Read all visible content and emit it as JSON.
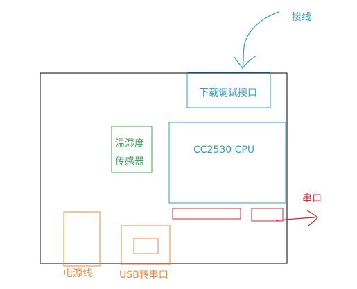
{
  "labels": {
    "wiring": "接线",
    "debug_port": "下载调试接口",
    "sensor_line1": "温湿度",
    "sensor_line2": "传感器",
    "cpu": "CC2530 CPU",
    "serial_port": "串口",
    "power_line": "电源线",
    "usb_serial": "USB转串口"
  },
  "colors": {
    "board_outline": "#000000",
    "blue": "#2a9fd6",
    "green": "#3aa655",
    "red": "#e02030",
    "orange": "#f08a3c"
  }
}
